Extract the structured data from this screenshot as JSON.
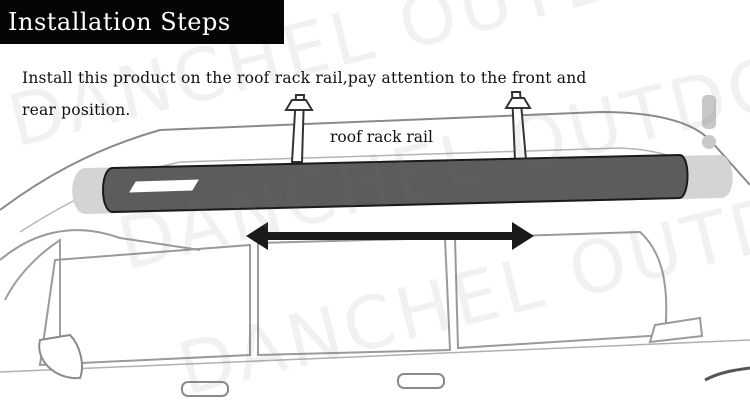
{
  "title": "Installation Steps",
  "instructions": {
    "line1": "Install this product on the roof rack rail,pay attention to the front and",
    "line2": "rear position."
  },
  "labels": {
    "roof_rack_rail": "roof rack rail"
  },
  "watermark": {
    "text": "DANCHEL OUTDOOR"
  },
  "colors": {
    "title_background": "#050505",
    "title_text": "#ffffff",
    "awning_body": "#5c5c5c",
    "awning_shadow": "#d4d4d4",
    "arrow": "#1a1a1a",
    "car_outline": "#8a8a8a"
  }
}
